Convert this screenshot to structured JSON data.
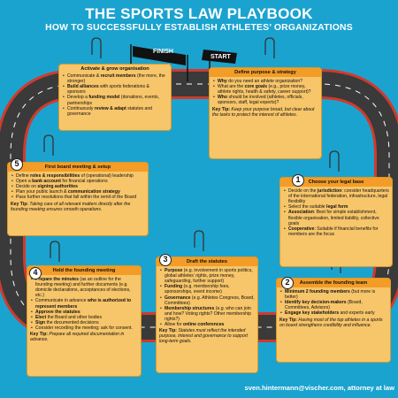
{
  "title": "THE SPORTS LAW PLAYBOOK",
  "subtitle": "HOW TO SUCCESSFULLY ESTABLISH ATHLETES’ ORGANIZATIONS",
  "signs": {
    "finish": "FINISH",
    "start": "START"
  },
  "colors": {
    "background": "#1ba3cf",
    "card": "#f7c56a",
    "card_header": "#f39c27",
    "track": "#3a3a3a",
    "track_edge": "#d13a2c"
  },
  "cards": {
    "activate": {
      "header": "Activate & grow organisation",
      "items": [
        {
          "pre": "Communicate & ",
          "bold": "recruit members",
          "post": " (the more, the stronger)"
        },
        {
          "pre": "",
          "bold": "Build alliances",
          "post": " with sports federations & sponsors"
        },
        {
          "pre": "Develop a ",
          "bold": "funding model",
          "post": " (donations, events, partnerships"
        },
        {
          "pre": "Continuously ",
          "bold": "review & adapt",
          "post": " statutes and governance"
        }
      ]
    },
    "define": {
      "header": "Define purpose & strategy",
      "items": [
        {
          "pre": "",
          "bold": "Why",
          "post": " do you need an athlete organization?"
        },
        {
          "pre": "What are the ",
          "bold": "core goals",
          "post": " (e.g., prize money, athlete rights, health & safety, career support)?"
        },
        {
          "pre": "",
          "bold": "Who",
          "post": " should be involved (athletes, officials, sponsors, staff, legal experts)?"
        }
      ],
      "tip_label": "Key Tip:",
      "tip": " Keep your purpose broad, but clear about the tasks to protect the interest of athletes."
    },
    "legal": {
      "number": "1",
      "header": "Choose your legal base",
      "items": [
        {
          "pre": "Decide on the ",
          "bold": "jurisdiction",
          "post": ": consider headquarters of the international federation, infrastructure, legal flexibility"
        },
        {
          "pre": "Select the suitable ",
          "bold": "legal form",
          "post": ""
        },
        {
          "pre": "",
          "bold": "Association",
          "post": ": Best for simple establishment, flexible organisation, limited liability, collective goals"
        },
        {
          "pre": "",
          "bold": "Cooperative",
          "post": ": Suitable if financial benefits for members are the focus"
        }
      ]
    },
    "team": {
      "number": "2",
      "header": "Assemble the founding team",
      "items": [
        {
          "pre": "",
          "bold": "Minimum 2 founding members",
          "post": " (but more is better)"
        },
        {
          "pre": "",
          "bold": "Identify key decision-makers",
          "post": " (Board, Committees, Advisors)"
        },
        {
          "pre": "",
          "bold": "Engage key stakeholders",
          "post": " and experts early"
        }
      ],
      "tip_label": "Key Tip:",
      "tip": " Having most of the top athletes in a sports on board strengthens credibility and influence."
    },
    "statutes": {
      "number": "3",
      "header": "Draft the statutes",
      "items": [
        {
          "pre": "",
          "bold": "Purpose",
          "post": " (e.g. involvement in sports politics, global athletes’ rights, prize money, safeguarding, further support)"
        },
        {
          "pre": "",
          "bold": "Funding",
          "post": " (e.g. membership fees, sponsorships, event income)"
        },
        {
          "pre": "",
          "bold": "Governance",
          "post": " (e.g. Athletes Congress, Board, Committees)"
        },
        {
          "pre": "",
          "bold": "Membership structures",
          "post": " (e.g. who can join and how? Voting rights? Other membership rights?)"
        },
        {
          "pre": "Allow for ",
          "bold": "online conferences",
          "post": ""
        }
      ],
      "tip_label": "Key Tip:",
      "tip": " Statutes must reflect the intended purpose, interest and governance to support long-term goals."
    },
    "founding": {
      "number": "4",
      "header": "Hold the founding meeting",
      "items": [
        {
          "pre": "",
          "bold": "Prepare the minutes",
          "post": " (as an outline for the founding meeting) and further documents (e.g. domicile declarations, acceptances of elections, etc.)"
        },
        {
          "pre": "Communicate in advance ",
          "bold": "who is authorized to represent members",
          "post": ""
        },
        {
          "pre": "",
          "bold": "Approve the statutes",
          "post": ""
        },
        {
          "pre": "",
          "bold": "Elect",
          "post": " the Board and other bodies"
        },
        {
          "pre": "",
          "bold": "Sign",
          "post": " the documented decisions"
        },
        {
          "pre": "Consider recording the meeting; ask for consent.",
          "bold": "",
          "post": ""
        }
      ],
      "tip_label": "Key Tip:",
      "tip": " Prepare all required documentation in advance."
    },
    "board": {
      "number": "5",
      "header": "First board meeting & setup",
      "items": [
        {
          "pre": "Define ",
          "bold": "roles & responsibilities",
          "post": " of (operational) leadership"
        },
        {
          "pre": "Open a ",
          "bold": "bank account",
          "post": " for financial operations"
        },
        {
          "pre": "Decide on ",
          "bold": "signing authorities",
          "post": ""
        },
        {
          "pre": "Plan your public launch & ",
          "bold": "communication strategy",
          "post": ""
        },
        {
          "pre": "Pass further resolutions that fall within the remit of the Board",
          "bold": "",
          "post": ""
        }
      ],
      "tip_label": "Key Tip:",
      "tip": " Taking care of all relevant matters directly after the founding meeting ensures smooth operations."
    }
  },
  "footer": "sven.hintermann@vischer.com, attorney at law"
}
